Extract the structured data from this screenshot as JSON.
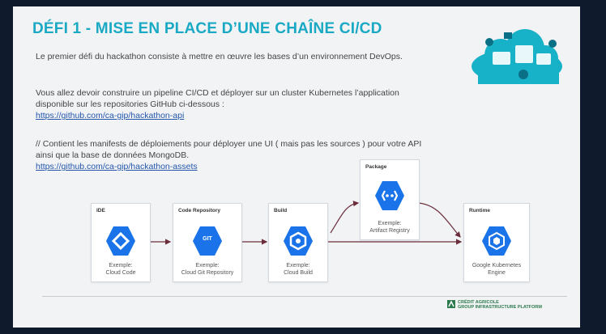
{
  "slide": {
    "title": "DÉFI 1 - MISE EN PLACE D’UNE CHAÎNE CI/CD",
    "paragraph1": "Le premier défi du hackathon consiste à mettre en œuvre les bases d’un environnement DevOps.",
    "paragraph2": "Vous allez devoir construire un pipeline CI/CD et déployer sur un cluster Kubernetes l’application disponible sur les repositories GitHub ci-dessous :",
    "link1": "https://github.com/ca-gip/hackathon-api",
    "paragraph3": "// Contient les manifests de déploiements pour déployer une UI ( mais pas les sources ) pour votre API ainsi que la base de données MongoDB.",
    "link2": "https://github.com/ca-gip/hackathon-assets"
  },
  "pipeline": {
    "boxes": [
      {
        "label": "IDE",
        "caption1": "Exemple:",
        "caption2": "Cloud Code"
      },
      {
        "label": "Code Repository",
        "icon_text": "GIT",
        "caption1": "Exemple:",
        "caption2": "Cloud Git Repository"
      },
      {
        "label": "Build",
        "caption1": "Exemple:",
        "caption2": "Cloud Build"
      },
      {
        "label": "Package",
        "caption1": "Exemple:",
        "caption2": "Artifact Registry"
      },
      {
        "label": "Runtime",
        "caption1": "Google Kubernetes",
        "caption2": "Engine"
      }
    ]
  },
  "footer": {
    "logo_line1": "CRÉDIT AGRICOLE",
    "logo_line2": "GROUP INFRASTRUCTURE PLATFORM"
  },
  "colors": {
    "title": "#1aa9c4",
    "hex_icon": "#1a73e8",
    "cloud": "#17b1c8",
    "arrow": "#6b2d3c"
  }
}
